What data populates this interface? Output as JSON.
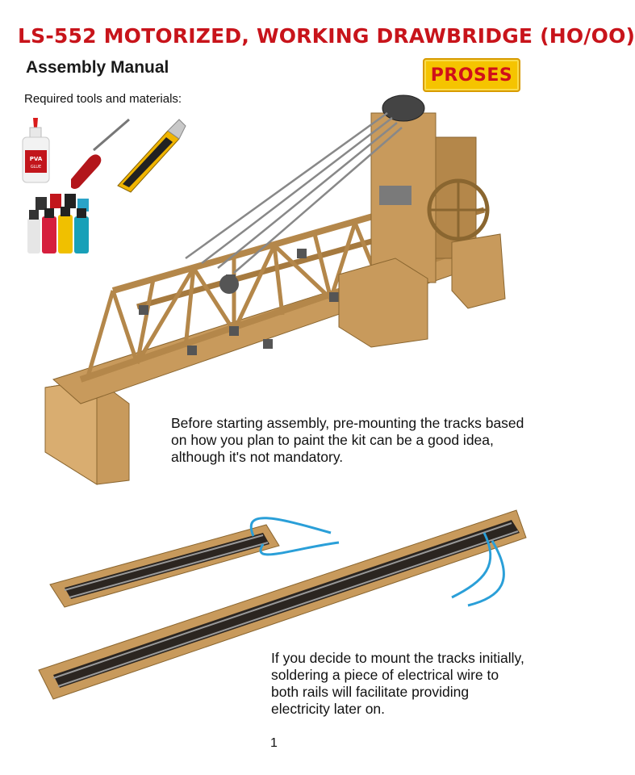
{
  "header": {
    "title": "LS-552 MOTORIZED, WORKING DRAWBRIDGE (HO/OO)",
    "subtitle": "Assembly Manual",
    "brand": "PROSES",
    "title_color": "#c8141b",
    "brand_bg": "#f5c400"
  },
  "tools": {
    "label": "Required tools and materials:",
    "items": [
      {
        "icon": "pva-glue-bottle-icon",
        "text": "PVA GLUE"
      },
      {
        "icon": "screwdriver-icon"
      },
      {
        "icon": "utility-knife-icon"
      },
      {
        "icon": "paint-bottles-icon"
      }
    ]
  },
  "instructions": {
    "paragraph_1": "Before starting assembly, pre-mounting the tracks based on how you plan to paint the kit can be a good idea, although it's not mandatory.",
    "paragraph_2": "If you decide to mount the tracks initially, soldering a piece of electrical wire to both rails will facilitate providing electricity later on."
  },
  "illustrations": {
    "bridge": "drawbridge-model-illustration",
    "tracks": "track-sections-with-wires-illustration",
    "wood_color": "#c89a5c",
    "wire_color": "#2a9fd8"
  },
  "footer": {
    "page_number": "1"
  }
}
